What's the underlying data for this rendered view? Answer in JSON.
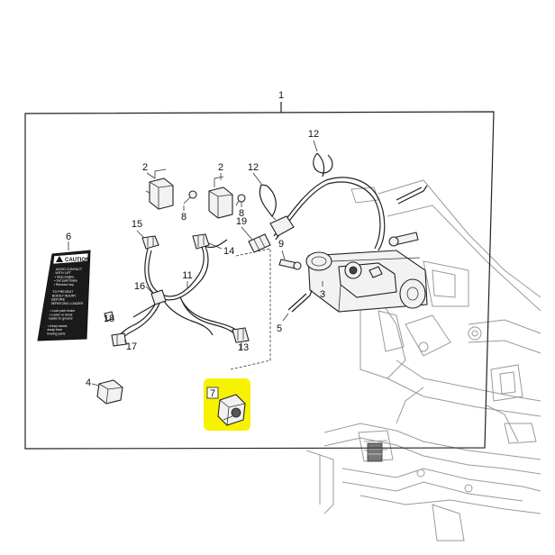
{
  "callouts": {
    "assembly": "1",
    "relay_a": "2",
    "relay_b": "2",
    "actuator": "3",
    "relay_loose": "4",
    "cotter_pin": "5",
    "caution_decal": "6",
    "highlighted_part": "7",
    "screw_a": "8",
    "screw_b": "8",
    "clevis_pin": "9",
    "harness": "11",
    "cable_tie_a": "12",
    "cable_tie_b": "12",
    "connector_13": "13",
    "connector_14": "14",
    "connector_15": "15",
    "connector_16": "16",
    "connector_17": "17",
    "connector_18": "18",
    "connector_19": "19"
  },
  "decal": {
    "heading": "CAUTION",
    "lines": [
      "AVOID CONTACT",
      "WITH LIFT",
      "• Stop engine",
      "• Set park brake",
      "• Remove key",
      "",
      "TO PREVENT",
      "BODILY INJURY",
      "BEFORE",
      "SERVICING LOADER",
      "",
      "• Lock park brake",
      "• Lower or block",
      "  loader to ground",
      "",
      "• Keep hands",
      "  away from",
      "  moving parts"
    ]
  },
  "colors": {
    "highlight": "#f7f200",
    "line": "#222222",
    "ghost": "#9a9a9a",
    "decal_bg": "#1a1a1a"
  }
}
